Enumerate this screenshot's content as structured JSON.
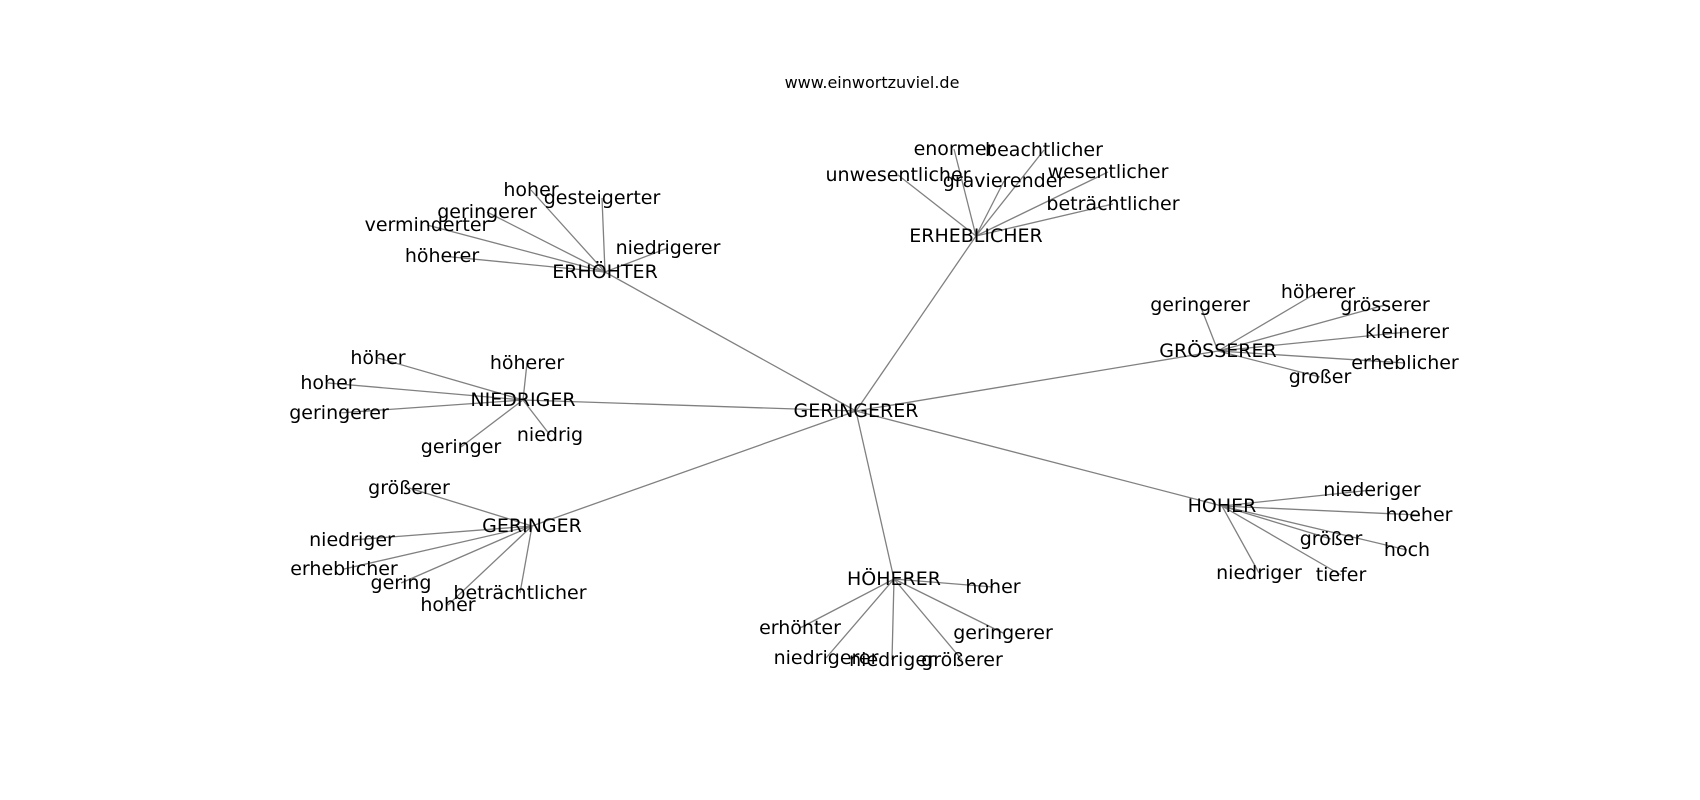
{
  "header": {
    "site": "www.einwortzuviel.de"
  },
  "graph": {
    "center": "GERINGERER",
    "clusters": [
      {
        "label": "ERHÖHTER",
        "words": [
          "hoher",
          "gesteigerter",
          "geringerer",
          "verminderter",
          "höherer",
          "niedrigerer"
        ]
      },
      {
        "label": "ERHEBLICHER",
        "words": [
          "enormer",
          "beachtlicher",
          "unwesentlicher",
          "gravierender",
          "wesentlicher",
          "beträchtlicher"
        ]
      },
      {
        "label": "GRÖSSERER",
        "words": [
          "geringerer",
          "höherer",
          "grösserer",
          "kleinerer",
          "erheblicher",
          "großer"
        ]
      },
      {
        "label": "NIEDRIGER",
        "words": [
          "höher",
          "höherer",
          "hoher",
          "geringerer",
          "niedrig",
          "geringer"
        ]
      },
      {
        "label": "GERINGER",
        "words": [
          "größerer",
          "niedriger",
          "erheblicher",
          "gering",
          "beträchtlicher",
          "hoher"
        ]
      },
      {
        "label": "HÖHERER",
        "words": [
          "hoher",
          "erhöhter",
          "geringerer",
          "niedrigerer",
          "niedriger",
          "größerer"
        ]
      },
      {
        "label": "HOHER",
        "words": [
          "niederiger",
          "hoeher",
          "größer",
          "hoch",
          "niedriger",
          "tiefer"
        ]
      }
    ]
  }
}
